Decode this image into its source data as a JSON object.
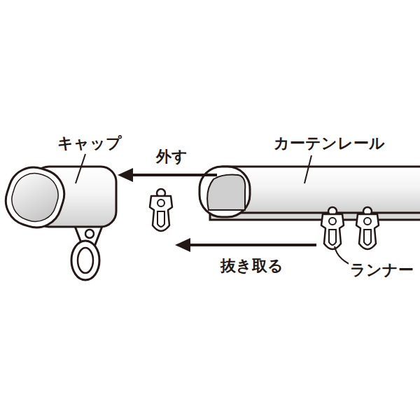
{
  "diagram": {
    "labels": [
      "キャップ",
      "外す",
      "カーテンレール",
      "抜き取る",
      "ランナー"
    ]
  }
}
